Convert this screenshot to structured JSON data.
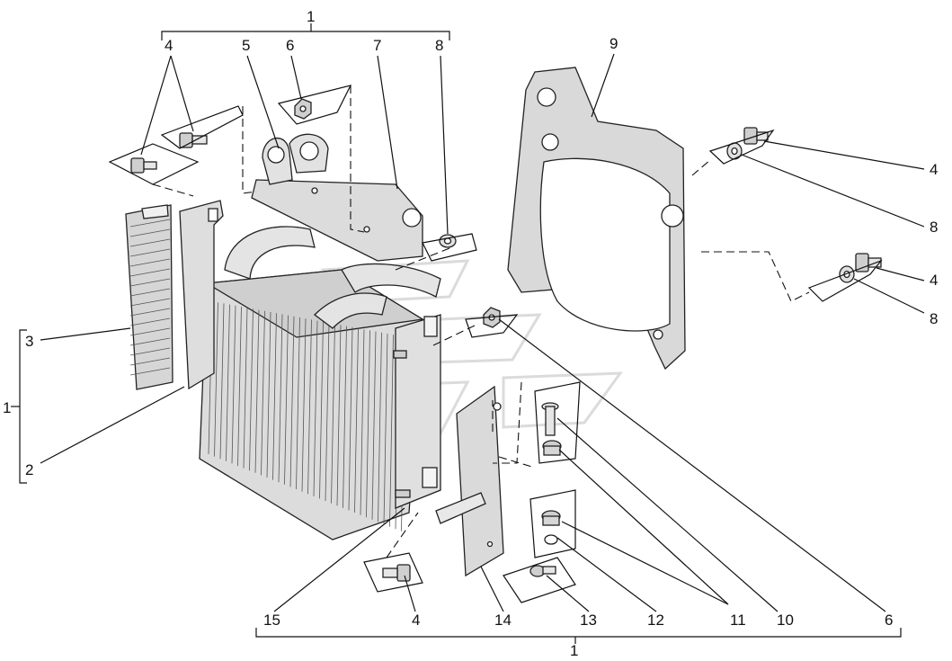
{
  "callouts": {
    "top_assembly": "1",
    "left_assembly": "1",
    "bottom_assembly": "1",
    "bolt_top_left": "4",
    "plate_ring": "5",
    "nut_top": "6",
    "bracket": "7",
    "washer_top": "8",
    "fan_shroud": "9",
    "bolt_right_upper": "4",
    "washer_right_upper": "8",
    "bolt_right_lower": "4",
    "washer_right_lower": "8",
    "seal_panel_left": "3",
    "seal_panel_right": "2",
    "side_panel": "15",
    "bolt_bottom": "4",
    "guide_plate": "14",
    "screw_small": "13",
    "lock_washer": "12",
    "bushing": "11",
    "pin": "10",
    "nut_side": "6"
  },
  "colors": {
    "line": "#111111",
    "part_fill": "#e6e6e6",
    "part_shade": "#c8c8c8"
  }
}
